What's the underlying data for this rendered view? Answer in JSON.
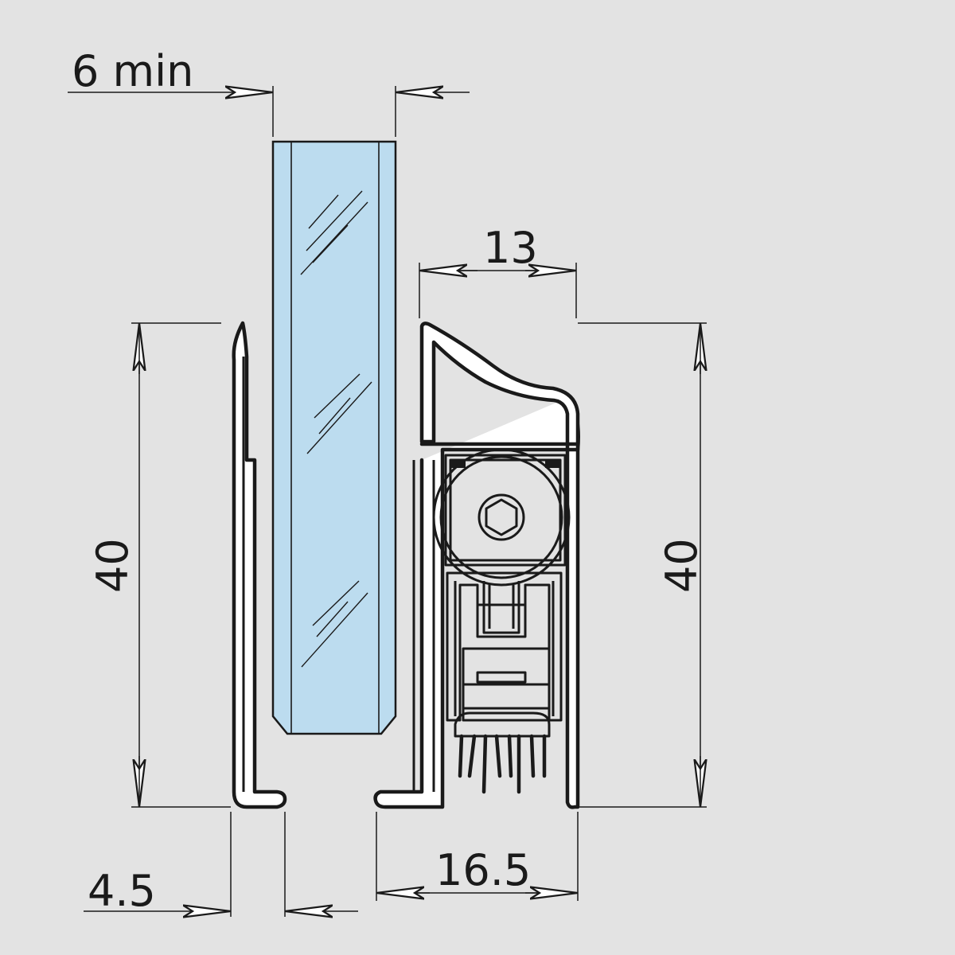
{
  "dimensions": {
    "glass_thickness": "6 min",
    "seal_width_top": "13",
    "left_height": "40",
    "right_height": "40",
    "left_foot_width": "4.5",
    "bottom_width": "16.5"
  }
}
